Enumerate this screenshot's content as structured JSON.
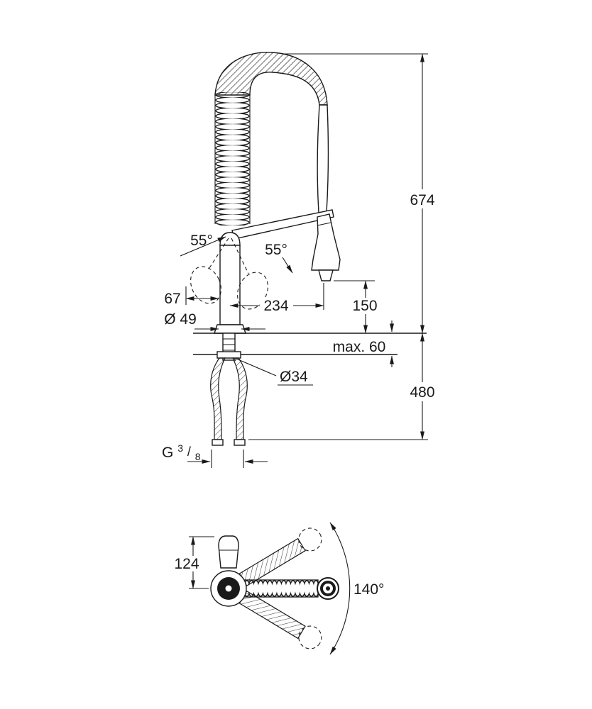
{
  "drawing": {
    "side_view": {
      "total_height": "674",
      "below_deck_height": "480",
      "handle_swing_left": "55°",
      "spray_angle": "55°",
      "handle_length": "67",
      "body_diameter": "Ø 49",
      "spout_reach": "234",
      "spray_clearance": "150",
      "deck_thickness": "max. 60",
      "hole_diameter": "Ø34",
      "thread": {
        "letter": "G",
        "numerator": "3",
        "slash": "/",
        "denominator": "8"
      }
    },
    "top_view": {
      "swivel_angle": "140°",
      "handle_height": "124"
    },
    "colors": {
      "line": "#1a1a1a",
      "background": "#ffffff"
    }
  }
}
